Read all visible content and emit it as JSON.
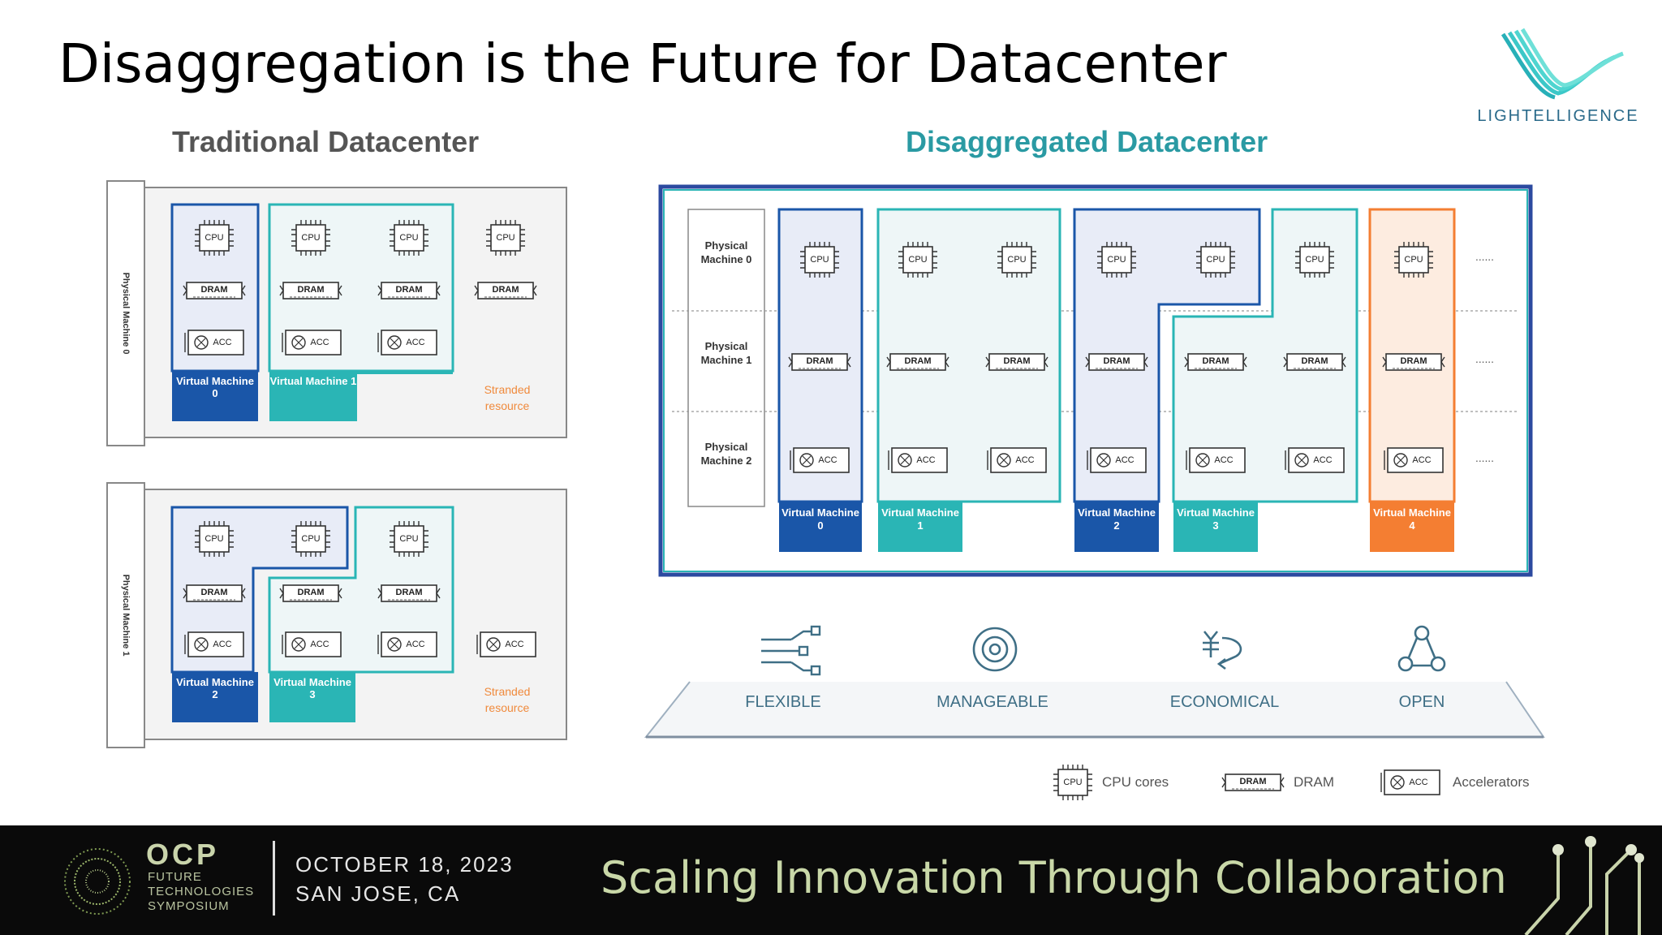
{
  "slide": {
    "title": "Disaggregation is the Future for Datacenter",
    "brand": "LIGHTELLIGENCE"
  },
  "traditional": {
    "title": "Traditional Datacenter",
    "machine0_label": "Physical Machine 0",
    "machine1_label": "Physical Machine 1",
    "stranded": "Stranded resource"
  },
  "disaggregated": {
    "title": "Disaggregated Datacenter",
    "row_labels": [
      "Physical Machine 0",
      "Physical Machine 1",
      "Physical Machine 2"
    ],
    "ellipsis": "......"
  },
  "components": {
    "cpu": "CPU",
    "dram": "DRAM",
    "acc": "ACC"
  },
  "vms": {
    "vm0": "Virtual Machine 0",
    "vm1": "Virtual Machine 1",
    "vm2": "Virtual Machine 2",
    "vm3": "Virtual Machine 3",
    "vm4": "Virtual Machine 4"
  },
  "benefits": [
    {
      "label": "FLEXIBLE",
      "icon": "flexible-icon"
    },
    {
      "label": "MANAGEABLE",
      "icon": "manageable-icon"
    },
    {
      "label": "ECONOMICAL",
      "icon": "economical-icon"
    },
    {
      "label": "OPEN",
      "icon": "open-icon"
    }
  ],
  "legend": {
    "cpu_label": "CPU cores",
    "dram_label": "DRAM",
    "acc_label": "Accelerators"
  },
  "footer": {
    "org": "OCP",
    "event": "FUTURE TECHNOLOGIES SYMPOSIUM",
    "date": "OCTOBER 18, 2023",
    "location": "SAN JOSE, CA",
    "tagline": "Scaling Innovation Through Collaboration"
  },
  "colors": {
    "dark_blue": "#1a56a8",
    "teal": "#2ab5b5",
    "orange": "#f47e32",
    "navy_border": "#2c4aa0",
    "stranded_text": "#f08a3c"
  }
}
